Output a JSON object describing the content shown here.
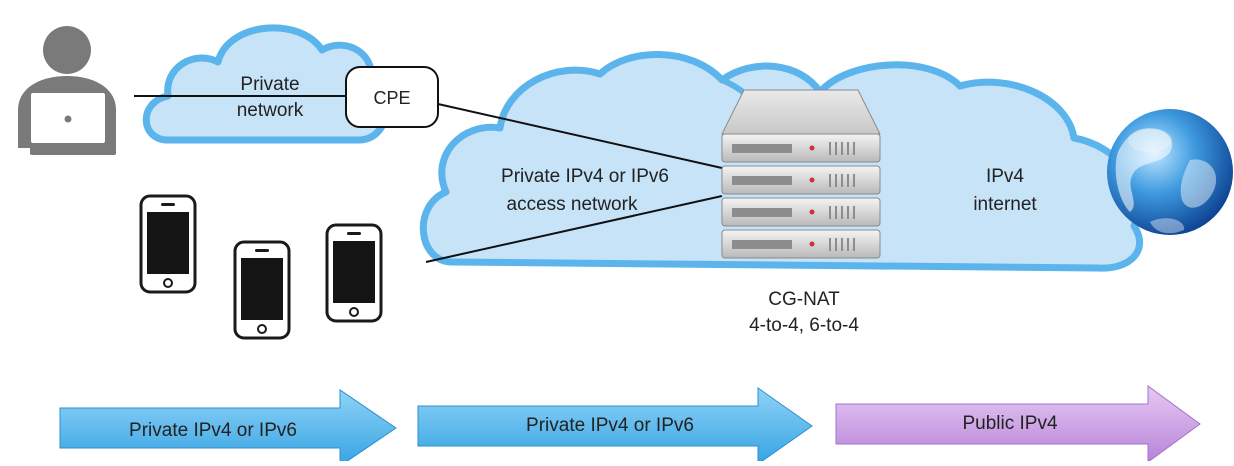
{
  "labels": {
    "private_network_line1": "Private",
    "private_network_line2": "network",
    "cpe": "CPE",
    "access_network_line1": "Private IPv4 or IPv6",
    "access_network_line2": "access network",
    "internet_line1": "IPv4",
    "internet_line2": "internet",
    "cgnat_line1": "CG-NAT",
    "cgnat_line2": "4-to-4, 6-to-4"
  },
  "arrows": [
    {
      "label": "Private IPv4 or IPv6"
    },
    {
      "label": "Private IPv4 or IPv6"
    },
    {
      "label": "Public IPv4"
    }
  ],
  "colors": {
    "cloud_fill": "#c6e3f7",
    "cloud_border": "#5bb4ec",
    "arrow_blue": "#4fb3ea",
    "arrow_purple": "#c89ce2",
    "person": "#7a7a7a",
    "phone_body": "#1a1a1a"
  },
  "icons": [
    "user-laptop-icon",
    "smartphone-icon",
    "server-icon",
    "globe-icon"
  ]
}
